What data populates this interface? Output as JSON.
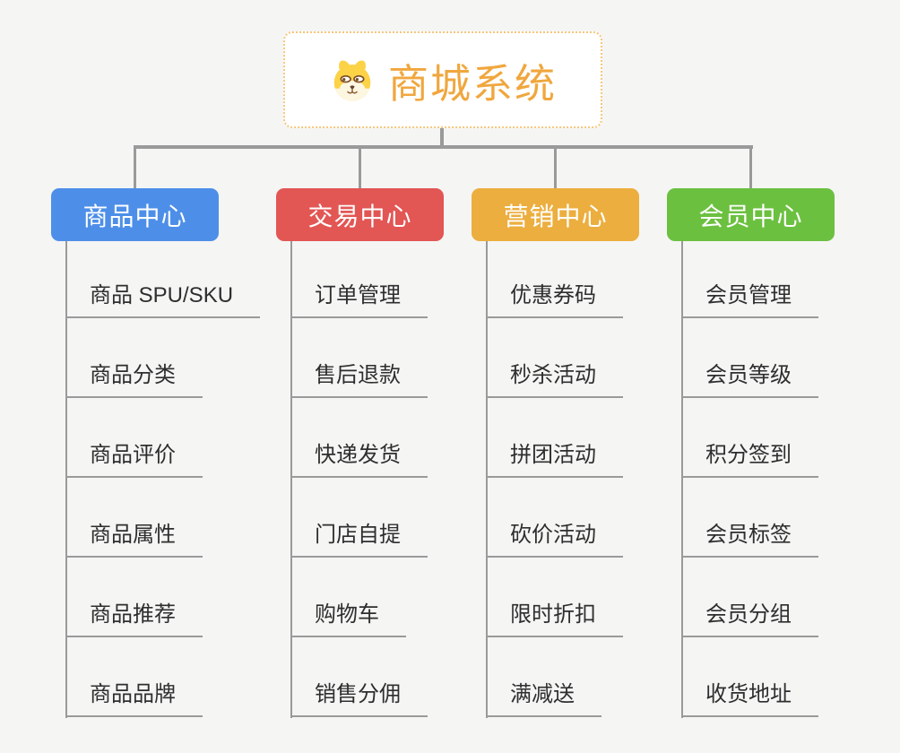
{
  "page": {
    "background": "#f5f5f4",
    "connector_color": "#9a9a9a"
  },
  "root": {
    "title": "商城系统",
    "icon": "dog-face-icon",
    "text_color": "#f0a73e",
    "border_color": "#f6c67c"
  },
  "branches": [
    {
      "label": "商品中心",
      "color": "#4d8fe8",
      "items": [
        "商品 SPU/SKU",
        "商品分类",
        "商品评价",
        "商品属性",
        "商品推荐",
        "商品品牌"
      ]
    },
    {
      "label": "交易中心",
      "color": "#e25654",
      "items": [
        "订单管理",
        "售后退款",
        "快递发货",
        "门店自提",
        "购物车",
        "销售分佣"
      ]
    },
    {
      "label": "营销中心",
      "color": "#ecae3e",
      "items": [
        "优惠券码",
        "秒杀活动",
        "拼团活动",
        "砍价活动",
        "限时折扣",
        "满减送"
      ]
    },
    {
      "label": "会员中心",
      "color": "#6cc040",
      "items": [
        "会员管理",
        "会员等级",
        "积分签到",
        "会员标签",
        "会员分组",
        "收货地址"
      ]
    }
  ]
}
